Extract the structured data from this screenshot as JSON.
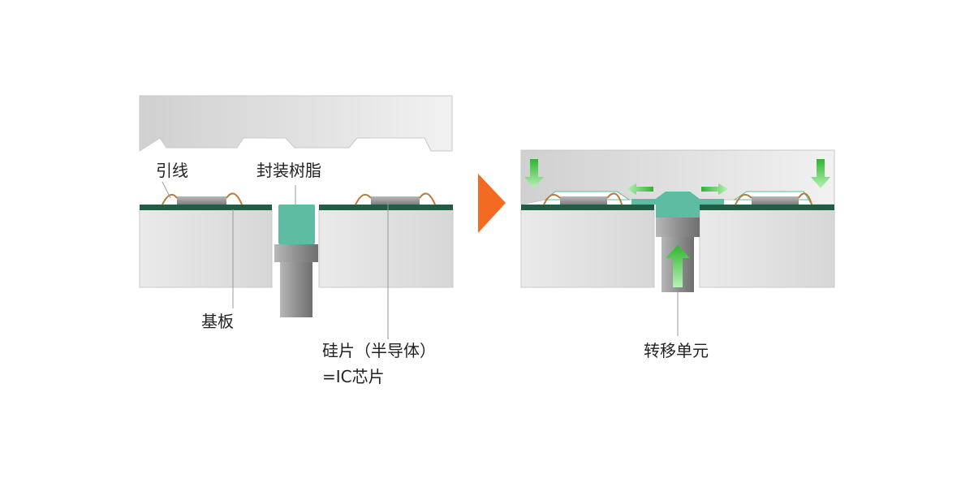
{
  "labels": {
    "lead": "引线",
    "resin": "封装树脂",
    "substrate": "基板",
    "chip_line1": "硅片（半导体）",
    "chip_line2": "=IC芯片",
    "transfer": "转移单元"
  },
  "colors": {
    "mold": "#d6d7d6",
    "board_body": "#e3e4e3",
    "board_top": "#1f5e45",
    "resin": "#5ebca3",
    "wire": "#b77b3a",
    "arrow_orange": "#f36a22",
    "arrow_green": "#3ec43e",
    "plunger": "#9a9a9a"
  }
}
